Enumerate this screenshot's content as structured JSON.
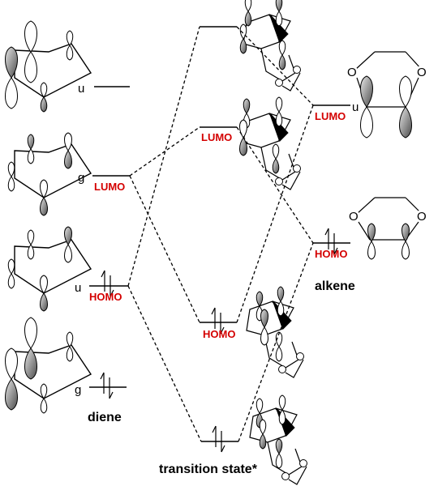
{
  "colors": {
    "orbital_label": "#d40000",
    "ink": "#000000",
    "lobe_fill": "#9a9a9a"
  },
  "labels": {
    "diene": "diene",
    "alkene": "alkene",
    "transition_state": "transition state*",
    "lumo": "LUMO",
    "homo": "HOMO",
    "sym_u": "u",
    "sym_g": "g"
  }
}
